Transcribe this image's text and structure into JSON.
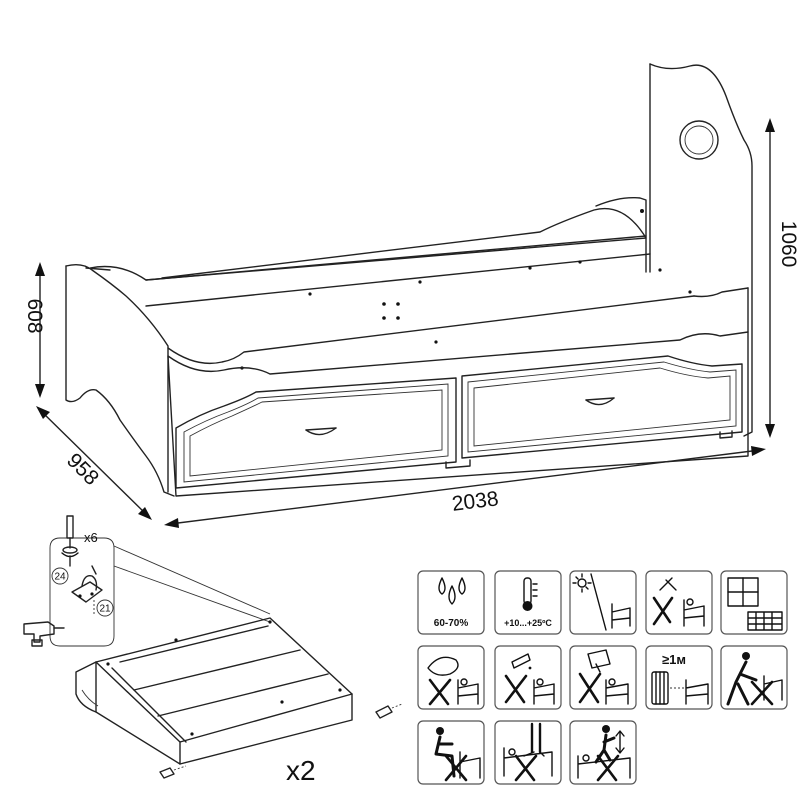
{
  "dimensions": {
    "length": "2038",
    "depth": "958",
    "side_height": "608",
    "head_height": "1060"
  },
  "assembly": {
    "screw_count": "x6",
    "part_a": "24",
    "part_b": "21",
    "drawer_count": "x2"
  },
  "care_icons": [
    {
      "name": "humidity",
      "label": "60-70%"
    },
    {
      "name": "temperature",
      "label": "+10...+25ºC"
    },
    {
      "name": "no-sunlight"
    },
    {
      "name": "no-hammer"
    },
    {
      "name": "window-tiles"
    },
    {
      "name": "no-wet-cleaning"
    },
    {
      "name": "no-spill"
    },
    {
      "name": "no-heavy-load"
    },
    {
      "name": "heater-distance",
      "label": "≥1м"
    },
    {
      "name": "no-pushing"
    },
    {
      "name": "no-sitting-edge"
    },
    {
      "name": "no-standing"
    },
    {
      "name": "no-jumping"
    }
  ]
}
